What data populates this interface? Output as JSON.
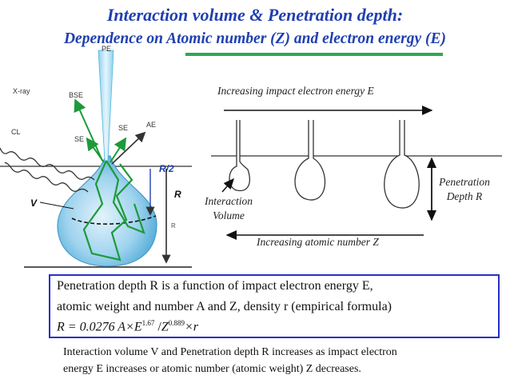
{
  "title": {
    "line1": "Interaction volume & Penetration depth:",
    "line2": "Dependence on Atomic number (Z) and electron energy (E)"
  },
  "left_diagram": {
    "labels": {
      "pe": "PE",
      "xray": "X-ray",
      "bse": "BSE",
      "cl": "CL",
      "se_left": "SE",
      "se_right": "SE",
      "ae": "AE",
      "r_half": "R/2",
      "r": "R",
      "v": "V",
      "r_small": "R"
    }
  },
  "right_diagram": {
    "energy_label": "Increasing impact electron energy E",
    "atomic_label": "Increasing atomic number Z",
    "interaction_volume": [
      "Interaction",
      "Volume"
    ],
    "penetration_depth": [
      "Penetration",
      "Depth R"
    ]
  },
  "formula_box": {
    "line1": "Penetration depth R is a function of impact electron energy E,",
    "line2": "atomic weight and number A and Z, density r (empirical formula)",
    "formula": {
      "lhs": "R = 0.0276 A",
      "times1": "×",
      "e": "E",
      "e_exp": "1.67",
      "slash": "/",
      "z": "Z",
      "z_exp": "0.889",
      "times2": "×",
      "rho": "r"
    }
  },
  "note": {
    "line1": "Interaction volume V and Penetration depth R increases as impact electron",
    "line2": "energy E increases or atomic number (atomic weight) Z decreases."
  }
}
